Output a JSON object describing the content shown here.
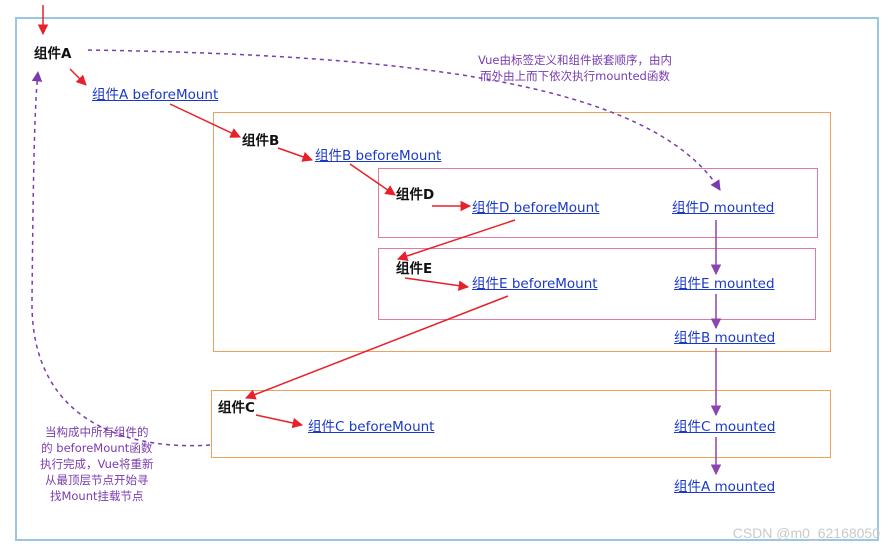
{
  "nodes": {
    "a": "组件A",
    "b": "组件B",
    "d": "组件D",
    "e": "组件E",
    "c": "组件C"
  },
  "before_mount": {
    "a": "组件A beforeMount",
    "b": "组件B  beforeMount",
    "d": "组件D beforeMount",
    "e": "组件E beforeMount",
    "c": "组件C beforeMount"
  },
  "mounted": {
    "d": "组件D mounted",
    "e": "组件E mounted",
    "b": "组件B mounted",
    "c": "组件C mounted",
    "a": "组件A mounted"
  },
  "notes": {
    "top": [
      "Vue由标签定义和组件嵌套顺序，由内",
      "而外由上而下依次执行mounted函数"
    ],
    "left": [
      "当构成中所有组件的",
      "的 beforeMount函数",
      "执行完成，Vue将重新",
      "从最顶层节点开始寻",
      "找Mount挂载节点"
    ]
  },
  "watermark": "CSDN @m0_62168050",
  "colors": {
    "flow_arrow": "#e8202a",
    "mounted_arrow": "#8e44ad",
    "dashed_arrow": "#7a3bb0",
    "outer_box": "#f0a15e",
    "inner_box": "#e07aa0",
    "frame": "#9cc6e6",
    "link": "#1a39c8"
  }
}
